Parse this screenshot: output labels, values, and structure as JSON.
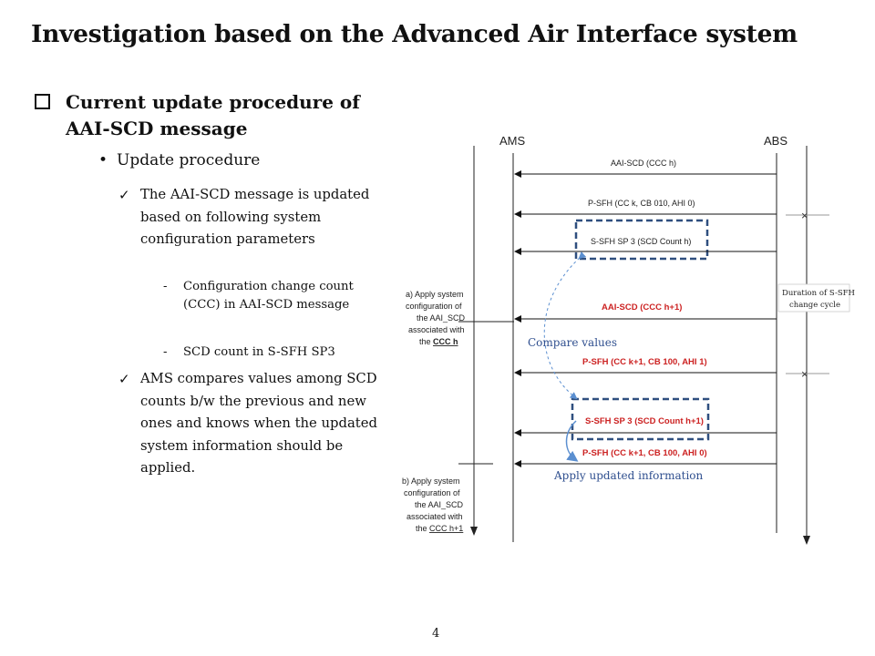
{
  "slide": {
    "title": "Investigation based on the Advanced Air Interface system",
    "heading": "Current update procedure of AAI-SCD message",
    "sub_heading": "Update procedure",
    "bullet1": "The AAI-SCD message is updated based on following system configuration parameters",
    "sub_items": [
      "Configuration change count (CCC) in AAI-SCD message",
      "SCD count in S-SFH SP3"
    ],
    "bullet2": "AMS compares values among SCD counts b/w the previous and new ones and knows when the updated system information should be applied.",
    "page_number": "4"
  },
  "diagram": {
    "left_entity": "AMS",
    "right_entity": "ABS",
    "messages": [
      "AAI-SCD (CCC h)",
      "P-SFH (CC k, CB 010, AHI 0)",
      "S-SFH SP 3 (SCD Count  h)",
      "AAI-SCD (CCC h+1)",
      "P-SFH (CC k+1, CB 100, AHI 1)",
      "S-SFH SP 3 (SCD Count h+1)",
      "P-SFH (CC k+1, CB 100, AHI 0)"
    ],
    "note_a": [
      "a) Apply system",
      "configuration of",
      "the AAI_SCD",
      "associated with",
      "the ",
      "CCC h"
    ],
    "note_b": [
      "b) Apply system",
      "configuration of",
      "the AAI_SCD",
      "associated with",
      "the ",
      "CCC h+1"
    ],
    "duration_label": [
      "Duration of S-SFH",
      "change cycle"
    ],
    "compare_label": "Compare values",
    "apply_label": "Apply updated information",
    "colors": {
      "highlight_box": "#2f4f7f",
      "annotation_text": "#2f4f8f",
      "arrow": "#5b8fd0",
      "message_red": "#cc2222"
    }
  }
}
